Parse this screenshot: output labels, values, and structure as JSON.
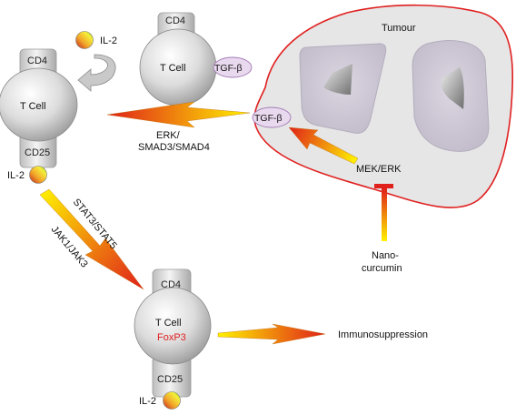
{
  "labels": {
    "cd4": "CD4",
    "cd25": "CD25",
    "tcell": "T Cell",
    "il2": "IL-2",
    "tgfb": "TGF-β",
    "tumour": "Tumour",
    "erk_line1": "ERK/",
    "erk_line2": "SMAD3/SMAD4",
    "mek_erk": "MEK/ERK",
    "stat": "STAT3/STAT5",
    "jak": "JAK1/JAK3",
    "foxp3": "FoxP3",
    "nano1": "Nano-",
    "nano2": "curcumin",
    "immuno": "Immunosuppression"
  },
  "colors": {
    "tumour_outline": "#e02020",
    "foxp3": "#e02020",
    "arrow_start": "#fff200",
    "arrow_end": "#e0201a",
    "cell_fill": "#d9d9d9",
    "tgfb_fill": "#e9d9ee"
  }
}
